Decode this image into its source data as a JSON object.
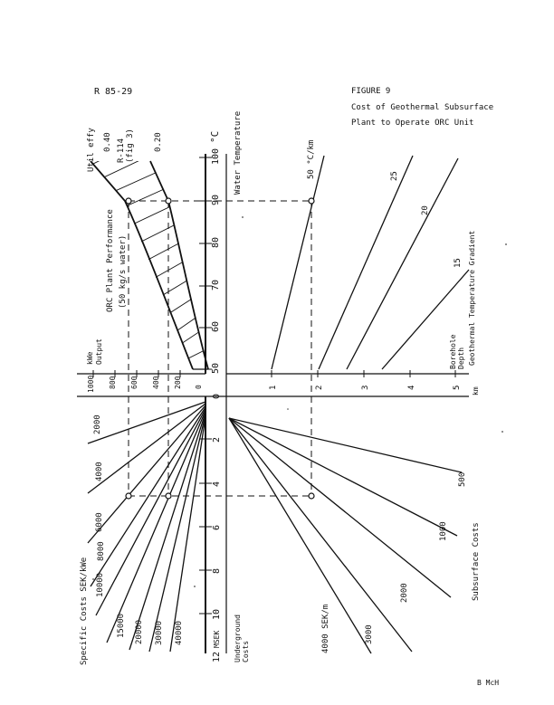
{
  "header": {
    "report_ref": "R 85-29",
    "figure_label": "FIGURE 9",
    "caption_line1": "Cost of Geothermal Subsurface",
    "caption_line2": "Plant to Operate ORC Unit",
    "initials": "B McH"
  },
  "nomogram": {
    "temperature_axis": {
      "title": "Water Temperature",
      "unit": "°C",
      "ticks": [
        "50",
        "60",
        "70",
        "80",
        "90",
        "100"
      ]
    },
    "output_axis": {
      "title_lines": [
        "kWe",
        "Output"
      ],
      "ticks": [
        "1000",
        "800",
        "600",
        "400",
        "200",
        "0"
      ]
    },
    "depth_axis": {
      "title_lines": [
        "Borehole",
        "Depth"
      ],
      "unit": "km",
      "ticks": [
        "1",
        "2",
        "3",
        "4",
        "5"
      ]
    },
    "underground_axis": {
      "title_lines": [
        "Underground",
        "Costs"
      ],
      "unit": "MSEK",
      "ticks": [
        "0",
        "2",
        "4",
        "6",
        "8",
        "10",
        "12"
      ]
    },
    "orc_panel": {
      "title_lines": [
        "ORC Plant Performance",
        "(50 kg/s water)"
      ],
      "efficiency_header": "Util effy",
      "efficiency_values": [
        "0.40",
        "0.20"
      ],
      "fluid_label_lines": [
        "R-114",
        "(fig 3)"
      ]
    },
    "gradient_panel": {
      "title": "Geothermal Temperature Gradient",
      "line_labels": [
        "50 °C/km",
        "25",
        "20",
        "15"
      ]
    },
    "specific_cost_panel": {
      "title": "Specific Costs SEK/kWe",
      "line_labels": [
        "2000",
        "4000",
        "6000",
        "8000",
        "10000",
        "15000",
        "20000",
        "30000",
        "40000"
      ]
    },
    "subsurface_cost_panel": {
      "title": "Subsurface Costs",
      "line_labels": [
        "500",
        "1000",
        "2000",
        "3000",
        "4000 SEK/m"
      ]
    }
  }
}
